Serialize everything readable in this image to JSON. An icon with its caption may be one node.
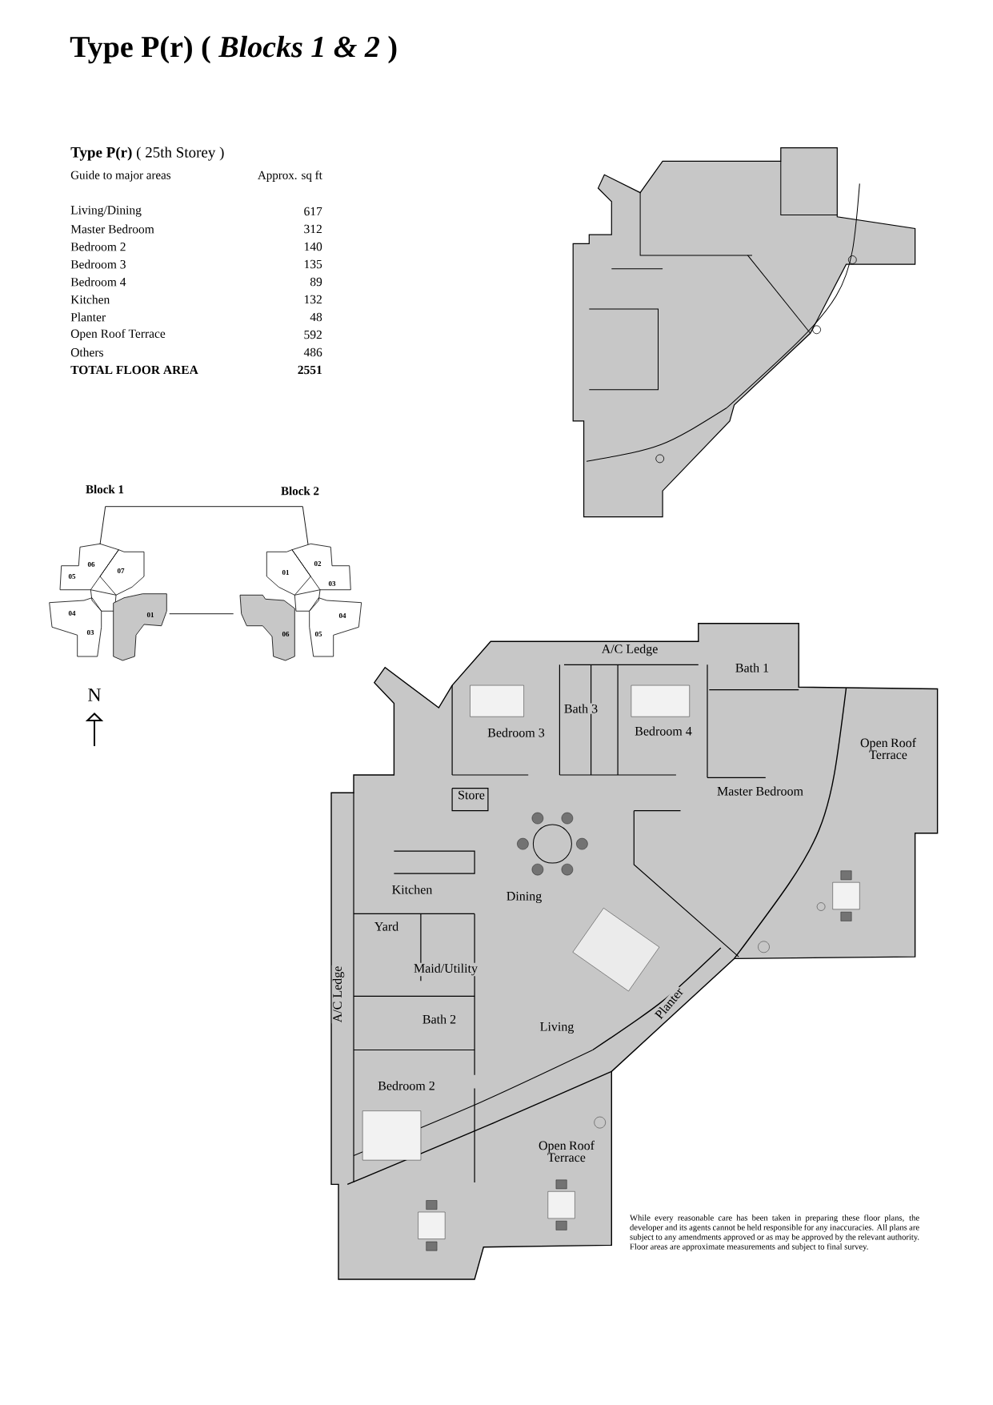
{
  "diagram": {
    "title": "Type P(r) ( *Blocks 1 & 2* )",
    "labels": [
      "**Type P(r)** ( 25th Storey )",
      "Guide to major areas",
      "Approx. sq  ft",
      "Living/Dining",
      "617",
      "Master Bedroom",
      "312",
      "Bedroom 2",
      "140",
      "Bedroom 3",
      "135",
      "Bedroom 4",
      "89",
      "Kitchen",
      "132",
      "Planter",
      "48",
      "Open Roof Terrace",
      "592",
      "Others",
      "486",
      "TOTAL FLOOR AREA",
      "2551",
      "Block 1",
      "Block 2",
      "06",
      "07",
      "05",
      "04",
      "01",
      "03",
      "01",
      "02",
      "03",
      "04",
      "06",
      "05",
      "N",
      "A/C Ledge",
      "Bath 1",
      "Bath 3",
      "Bedroom 3",
      "Bedroom 4",
      "Open Roof Terrace",
      "Store",
      "Master Bedroom",
      "Kitchen",
      "Dining",
      "Yard",
      "Maid/Utility",
      "A/C Ledge",
      "Planter",
      "Bath 2",
      "Living",
      "Bedroom 2",
      "Open Roof Terrace",
      "While every reasonable care has been taken in preparing these floor plans, the developer and its agents cannot be held responsible for any inaccuracies. All plans are subject to any amendments approved or as may be approved by the relevant authority. Floor areas are approximate measurements and subject to final survey."
    ]
  }
}
